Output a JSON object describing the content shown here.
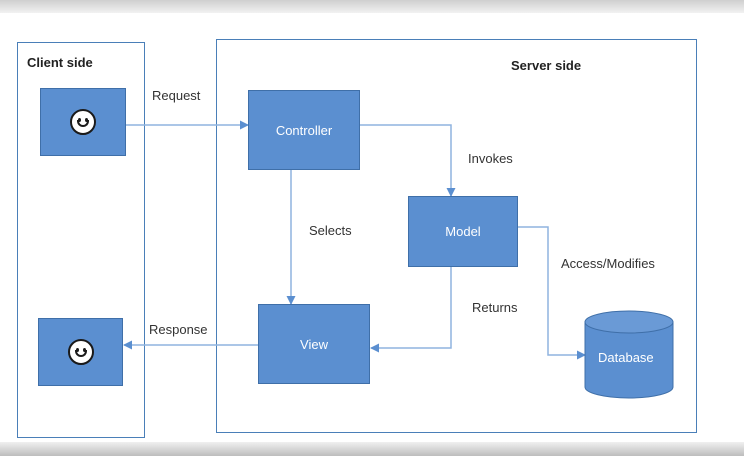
{
  "regions": {
    "client": {
      "title": "Client side"
    },
    "server": {
      "title": "Server side"
    }
  },
  "nodes": {
    "controller": "Controller",
    "model": "Model",
    "view": "View",
    "database": "Database"
  },
  "edges": {
    "request": "Request",
    "response": "Response",
    "invokes": "Invokes",
    "selects": "Selects",
    "returns": "Returns",
    "access": "Access/Modifies"
  },
  "icons": {
    "client_top": "smiley-face-icon",
    "client_bottom": "smiley-face-icon",
    "database": "database-cylinder-icon"
  },
  "colors": {
    "node_fill": "#5b8fd0",
    "node_border": "#3f6fa8",
    "wire": "#5b8fd0",
    "region_border": "#4a7fb8"
  }
}
